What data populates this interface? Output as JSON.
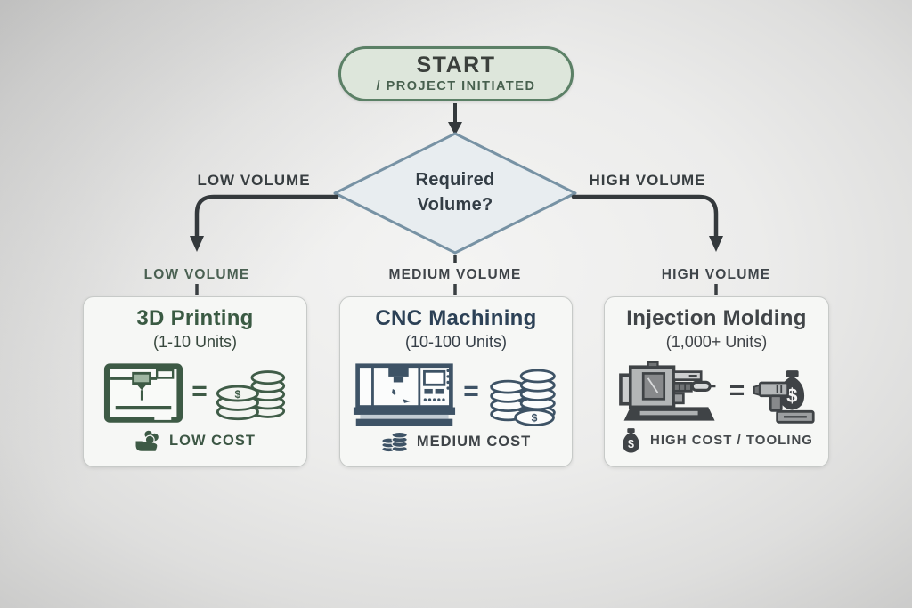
{
  "start": {
    "label": "START",
    "sublabel": "/ PROJECT INITIATED"
  },
  "decision": {
    "line1": "Required",
    "line2": "Volume?"
  },
  "branch_labels": {
    "left": "LOW VOLUME",
    "right": "HIGH VOLUME"
  },
  "column_labels": {
    "left": "LOW VOLUME",
    "middle": "MEDIUM VOLUME",
    "right": "HIGH VOLUME"
  },
  "cards": [
    {
      "title": "3D Printing",
      "units": "(1-10 Units)",
      "equals_sign": "=",
      "cost_label": "LOW COST",
      "machine_icon": "3d-printer-icon",
      "value_icon": "coin-stacks-icon",
      "cost_icon": "hand-holding-coins-icon"
    },
    {
      "title": "CNC Machining",
      "units": "(10-100 Units)",
      "equals_sign": "=",
      "cost_label": "MEDIUM COST",
      "machine_icon": "cnc-machine-icon",
      "value_icon": "coin-stacks-icon",
      "cost_icon": "coin-stack-icon"
    },
    {
      "title": "Injection Molding",
      "units": "(1,000+ Units)",
      "equals_sign": "=",
      "cost_label": "HIGH COST / TOOLING",
      "machine_icon": "injection-molding-machine-icon",
      "value_icon": "drill-and-money-bag-icon",
      "cost_icon": "money-bag-icon"
    }
  ],
  "icons": {
    "dollar_symbol": "$"
  },
  "colors": {
    "background_edge": "#cbcbca",
    "background_center": "#f4f4f3",
    "arrow": "#34393c",
    "start_fill": "#dde6db",
    "start_border": "#5b8066",
    "diamond_fill": "#e8edf0",
    "diamond_border": "#7792a4",
    "green_dark": "#3d5a45",
    "slate_dark": "#3e5366",
    "gray_dark": "#3f4346",
    "card_bg": "#f6f7f5",
    "card_border": "#c7cac8"
  }
}
